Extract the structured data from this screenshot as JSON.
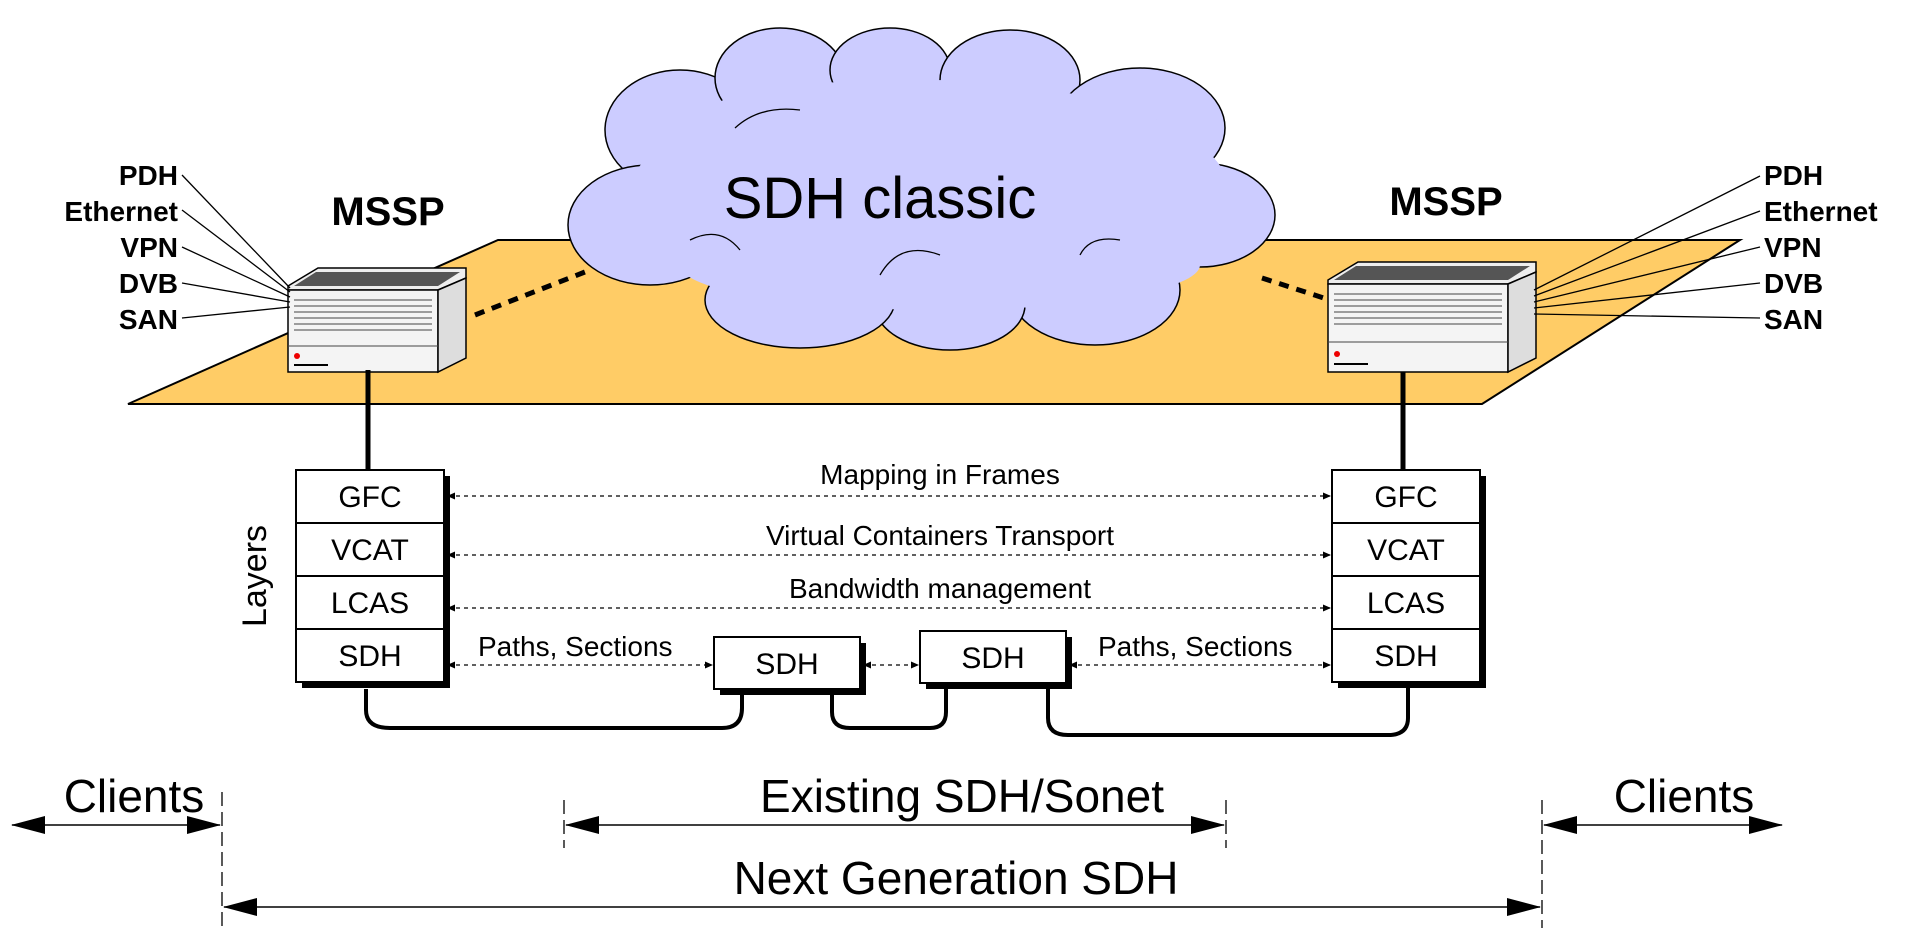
{
  "cloud": {
    "label": "SDH classic"
  },
  "devices": {
    "left_label": "MSSP",
    "right_label": "MSSP"
  },
  "client_interfaces": [
    "PDH",
    "Ethernet",
    "VPN",
    "DVB",
    "SAN"
  ],
  "layers": {
    "axis_label": "Layers",
    "stack": [
      "GFC",
      "VCAT",
      "LCAS",
      "SDH"
    ],
    "mid_nodes": [
      "SDH",
      "SDH"
    ]
  },
  "relations": {
    "gfc": "Mapping in Frames",
    "vcat": "Virtual Containers Transport",
    "lcas": "Bandwidth management",
    "sdh_left": "Paths, Sections",
    "sdh_right": "Paths, Sections"
  },
  "spans": {
    "clients_left": "Clients",
    "existing": "Existing SDH/Sonet",
    "clients_right": "Clients",
    "next_gen": "Next Generation SDH"
  },
  "colors": {
    "cloud_fill": "#ccccff",
    "plane_fill": "#ffcc66"
  }
}
